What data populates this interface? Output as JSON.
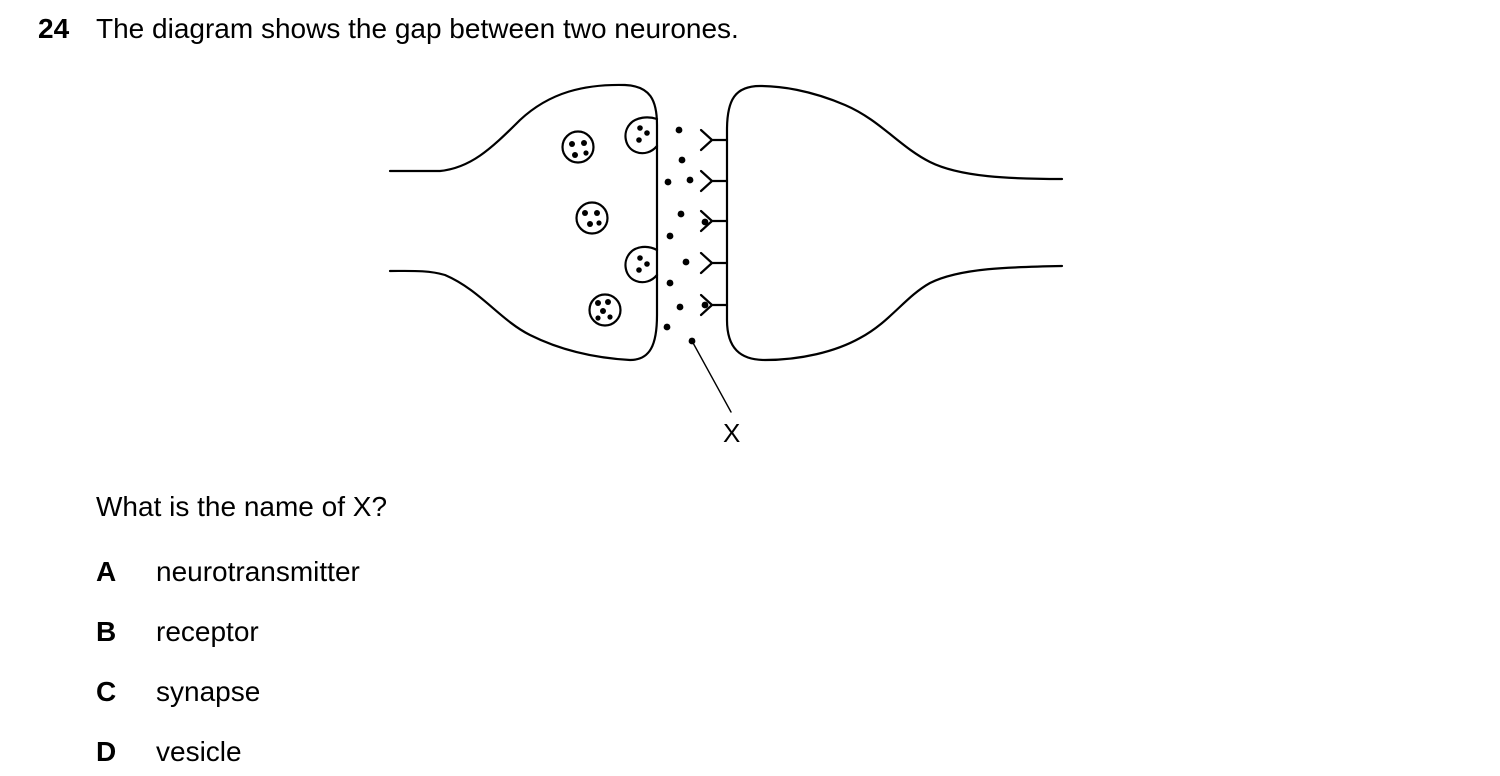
{
  "question": {
    "number": "24",
    "stem": "The diagram shows the gap between two neurones."
  },
  "diagram": {
    "label_x": "X"
  },
  "prompt": "What is the name of X?",
  "options": [
    {
      "letter": "A",
      "text": "neurotransmitter"
    },
    {
      "letter": "B",
      "text": "receptor"
    },
    {
      "letter": "C",
      "text": "synapse"
    },
    {
      "letter": "D",
      "text": "vesicle"
    }
  ]
}
